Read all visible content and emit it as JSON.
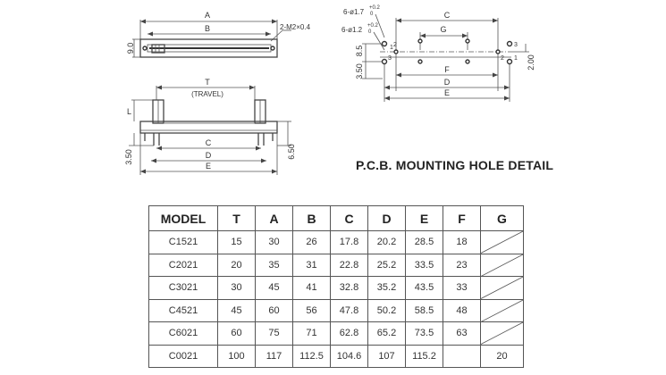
{
  "labels": {
    "dim_a": "A",
    "dim_b": "B",
    "dim_c": "C",
    "dim_d": "D",
    "dim_e": "E",
    "dim_f": "F",
    "dim_g": "G",
    "dim_t": "T",
    "dim_l": "L",
    "travel": "(TRAVEL)",
    "screw": "2-M2×0.4",
    "dim_90": "9.0",
    "dim_350": "3.50",
    "dim_650": "6.50",
    "dim_85": "8.5",
    "dim_200": "2.00",
    "hole_large": "6-ø1.7",
    "hole_large_tol_up": "+0.2",
    "hole_large_tol_dn": "0",
    "hole_small": "6-ø1.2",
    "hole_small_tol_up": "+0.2",
    "hole_small_tol_dn": "0",
    "pin_1": "1",
    "pin_2": "2",
    "pin_3": "3"
  },
  "pcb_title": "P.C.B. MOUNTING HOLE DETAIL",
  "table": {
    "headers": [
      "MODEL",
      "T",
      "A",
      "B",
      "C",
      "D",
      "E",
      "F",
      "G"
    ],
    "rows": [
      [
        "C1521",
        "15",
        "30",
        "26",
        "17.8",
        "20.2",
        "28.5",
        "18",
        ""
      ],
      [
        "C2021",
        "20",
        "35",
        "31",
        "22.8",
        "25.2",
        "33.5",
        "23",
        ""
      ],
      [
        "C3021",
        "30",
        "45",
        "41",
        "32.8",
        "35.2",
        "43.5",
        "33",
        ""
      ],
      [
        "C4521",
        "45",
        "60",
        "56",
        "47.8",
        "50.2",
        "58.5",
        "48",
        ""
      ],
      [
        "C6021",
        "60",
        "75",
        "71",
        "62.8",
        "65.2",
        "73.5",
        "63",
        ""
      ],
      [
        "C0021",
        "100",
        "117",
        "112.5",
        "104.6",
        "107",
        "115.2",
        "",
        "20"
      ]
    ]
  }
}
